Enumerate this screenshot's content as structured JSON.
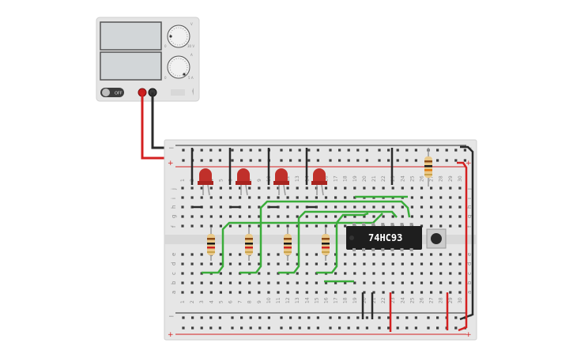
{
  "power_supply": {
    "off_label": "OFF",
    "voltage_max": "30 V",
    "current_max": "5 A",
    "voltage_min": "0",
    "current_min": "0",
    "knob_top_tag": "V",
    "knob_bottom_tag": "A"
  },
  "breadboard": {
    "columns": 30,
    "row_letters_top": [
      "j",
      "i",
      "h",
      "g",
      "f"
    ],
    "row_letters_bottom": [
      "e",
      "d",
      "c",
      "b",
      "a"
    ],
    "rail_minus": "−",
    "rail_plus": "+"
  },
  "chip": {
    "label": "74HC93"
  },
  "colors": {
    "led": "#c0302a",
    "wire_green": "#3aad3a",
    "wire_red": "#d42020",
    "wire_black": "#2a2a2a",
    "chip": "#1e1e1e"
  },
  "icons": [
    "power-switch-icon",
    "voltage-knob-icon",
    "current-knob-icon",
    "led-icon",
    "resistor-icon",
    "pushbutton-icon"
  ]
}
